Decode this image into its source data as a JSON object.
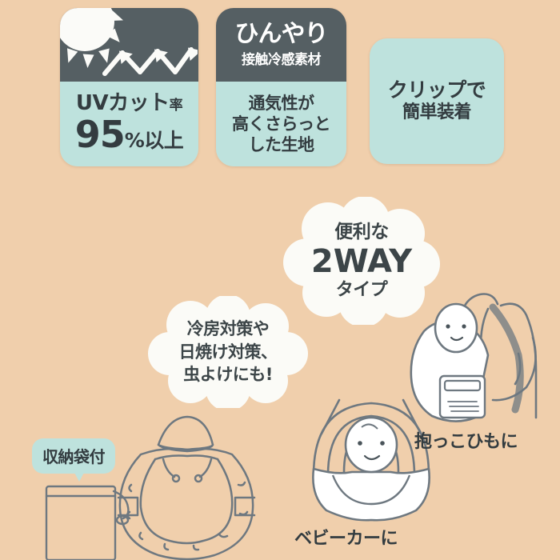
{
  "background_color": "#f0cfac",
  "palette": {
    "mint": "#bee2dd",
    "dark_gray": "#555f63",
    "text_dark": "#333c40",
    "cloud_white": "#fbfbf7",
    "line": "#6e7880"
  },
  "badges": [
    {
      "id": "uv-cut",
      "icon": "sun-with-uv-arrows-icon",
      "top_text": "",
      "line1_main": "UVカット",
      "line1_small": "率",
      "line2_number": "95",
      "line2_suffix": "%以上"
    },
    {
      "id": "cooling-fabric",
      "headline": "ひんやり",
      "subhead": "接触冷感素材",
      "body_lines": [
        "通気性が",
        "高くさらっと",
        "した生地"
      ]
    },
    {
      "id": "clip-attach",
      "line1": "クリップで",
      "line2": "簡単装着"
    }
  ],
  "clouds": [
    {
      "id": "two-way",
      "line1": "便利な",
      "line2": "2WAY",
      "line3": "タイプ"
    },
    {
      "id": "uses",
      "lines": [
        "冷房対策や",
        "日焼け対策、",
        "虫よけにも!"
      ]
    }
  ],
  "captions": {
    "carrier": "抱っこひもに",
    "stroller": "ベビーカーに"
  },
  "bubbles": {
    "storage_bag": "収納袋付"
  },
  "illustrations": [
    {
      "id": "product-cape-outline",
      "alt": "hooded baby cover with clips"
    },
    {
      "id": "drawstring-storage-bag",
      "alt": "drawstring pouch"
    },
    {
      "id": "baby-in-stroller",
      "alt": "baby in stroller with canopy and cover"
    },
    {
      "id": "parent-with-baby-carrier",
      "alt": "parent wearing baby carrier with cover"
    }
  ]
}
